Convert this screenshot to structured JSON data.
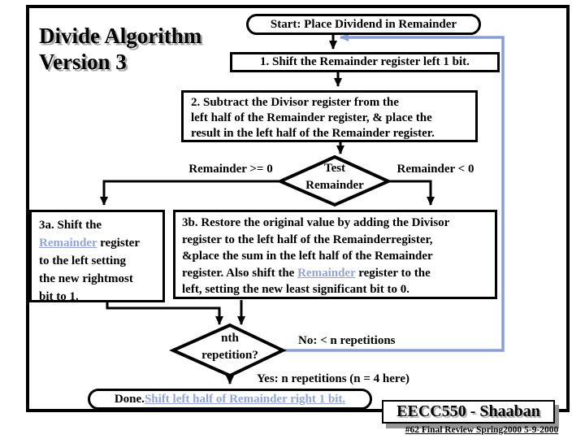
{
  "colors": {
    "link": "#8fa6d6",
    "loop": "#879fd6",
    "shadow": "#aaaaaa"
  },
  "title": {
    "line1": "Divide Algorithm",
    "line2": "Version 3"
  },
  "flow": {
    "start": "Start: Place Dividend in Remainder",
    "step1": "1. Shift the Remainder register left 1 bit.",
    "step2": {
      "l1": "2. Subtract the Divisor register from the",
      "l2": "left half of the Remainder register, & place the",
      "l3": "result in the left half of the Remainder register."
    },
    "test": {
      "l1": "Test",
      "l2": "Remainder"
    },
    "branch_ge": "Remainder >= 0",
    "branch_lt": "Remainder < 0",
    "step3a": {
      "l1": "3a. Shift the",
      "link": "Remainder",
      "l2b": " register",
      "l3": "to the left setting",
      "l4": "the new rightmost",
      "l5": "bit to 1."
    },
    "step3b": {
      "l1": "3b. Restore the original value by adding the Divisor",
      "l2": "register to the left half of the Remainderregister,",
      "l3": "&place the sum in the left half of the Remainder",
      "l4a": "register. Also shift the ",
      "link": "Remainder",
      "l4b": " register to the",
      "l5": "left, setting the new least significant bit to 0."
    },
    "loop": {
      "l1": "nth",
      "l2": "repetition?"
    },
    "no_label": "No: < n repetitions",
    "yes_label": "Yes: n repetitions (n = 4 here)",
    "done": {
      "prefix": "Done. ",
      "link": "Shift left half of Remainder right 1 bit."
    }
  },
  "footer": {
    "course": "EECC550 - Shaaban",
    "meta": "#62   Final Review   Spring2000   5-9-2000"
  }
}
